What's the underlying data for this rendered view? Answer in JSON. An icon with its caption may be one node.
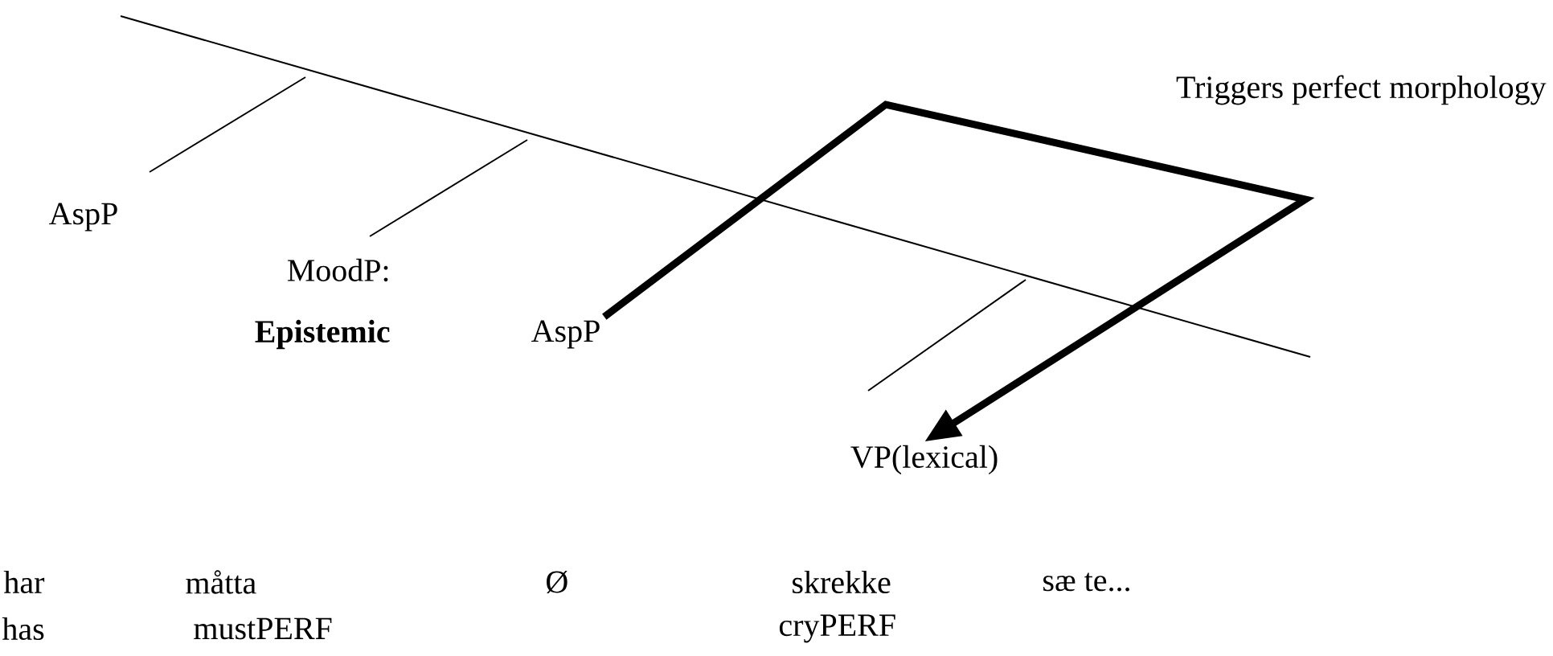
{
  "diagram": {
    "nodes": [
      {
        "text": [
          "AspP"
        ]
      },
      {
        "text": [
          "VP(lexical)"
        ]
      }
    ],
    "edges": [
      {
        "from": 0,
        "to": 1,
        "arrow": "to",
        "label": "Triggers perfect morphology"
      }
    ],
    "labels": [
      "AspP",
      "MoodP:",
      "Epistemic",
      "har",
      "måtta",
      "Ø",
      "skrekke",
      "sæ te...",
      "has",
      "mustPERF",
      "cryPERF"
    ]
  }
}
